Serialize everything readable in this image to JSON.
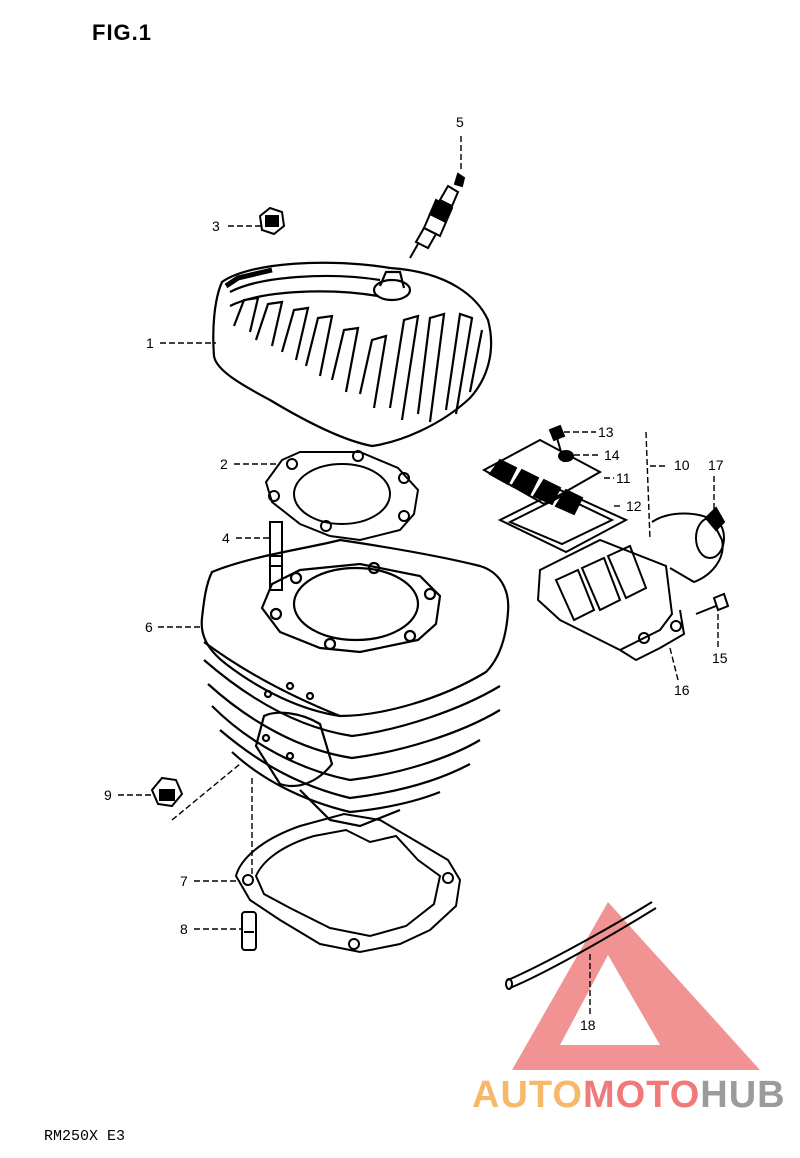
{
  "figure": {
    "title": "FIG.1",
    "model": "RM250X E3"
  },
  "watermark": {
    "part1": "AUTO",
    "part2": "MOTO",
    "part3": "HUB",
    "colors": {
      "red": "#f08080",
      "orange": "#f6b96a",
      "gray": "#9b9b9b"
    }
  },
  "callouts": [
    {
      "id": "1",
      "part": "cylinder-head"
    },
    {
      "id": "2",
      "part": "head-gasket"
    },
    {
      "id": "3",
      "part": "head-nut"
    },
    {
      "id": "4",
      "part": "stud"
    },
    {
      "id": "5",
      "part": "spark-plug"
    },
    {
      "id": "6",
      "part": "cylinder"
    },
    {
      "id": "7",
      "part": "base-gasket"
    },
    {
      "id": "8",
      "part": "dowel-pin"
    },
    {
      "id": "9",
      "part": "cylinder-nut"
    },
    {
      "id": "10",
      "part": "reed-valve-assembly"
    },
    {
      "id": "11",
      "part": "reed-petals"
    },
    {
      "id": "12",
      "part": "reed-stopper"
    },
    {
      "id": "13",
      "part": "screw"
    },
    {
      "id": "14",
      "part": "washer"
    },
    {
      "id": "15",
      "part": "bolt"
    },
    {
      "id": "16",
      "part": "reed-gasket"
    },
    {
      "id": "17",
      "part": "intake-pipe-clamp"
    },
    {
      "id": "18",
      "part": "breather-hose"
    }
  ]
}
